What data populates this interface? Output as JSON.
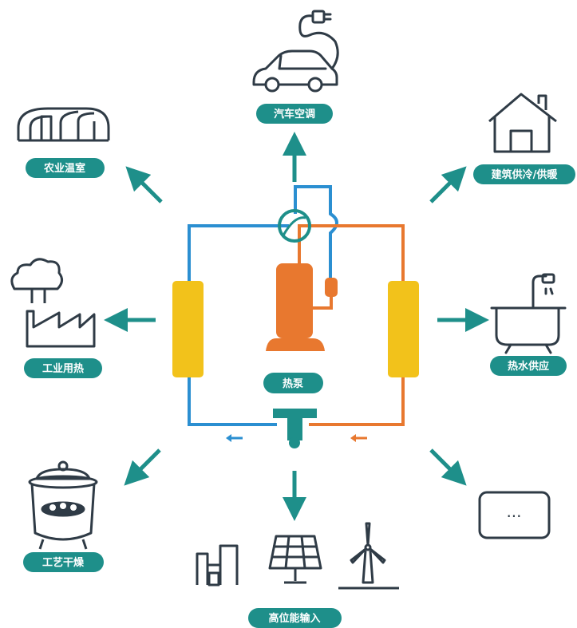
{
  "colors": {
    "teal": "#1e8f8a",
    "blue": "#2b8fd1",
    "orange": "#e8782f",
    "yellow": "#f2c21b",
    "icon": "#2f3b46"
  },
  "labels": {
    "car_ac": "汽车空调",
    "greenhouse": "农业温室",
    "building": "建筑供冷/供暖",
    "industrial_heat": "工业用热",
    "hot_water": "热水供应",
    "heat_pump": "热泵",
    "drying": "工艺干燥",
    "high_input": "高位能输入",
    "more": "···"
  },
  "icons": [
    "car-plug-icon",
    "greenhouse-icon",
    "house-icon",
    "factory-icon",
    "bathtub-icon",
    "dryer-pot-icon",
    "building-icon",
    "solar-panel-icon",
    "wind-turbine-icon",
    "compressor-icon",
    "four-way-valve-icon",
    "expansion-valve-icon"
  ]
}
